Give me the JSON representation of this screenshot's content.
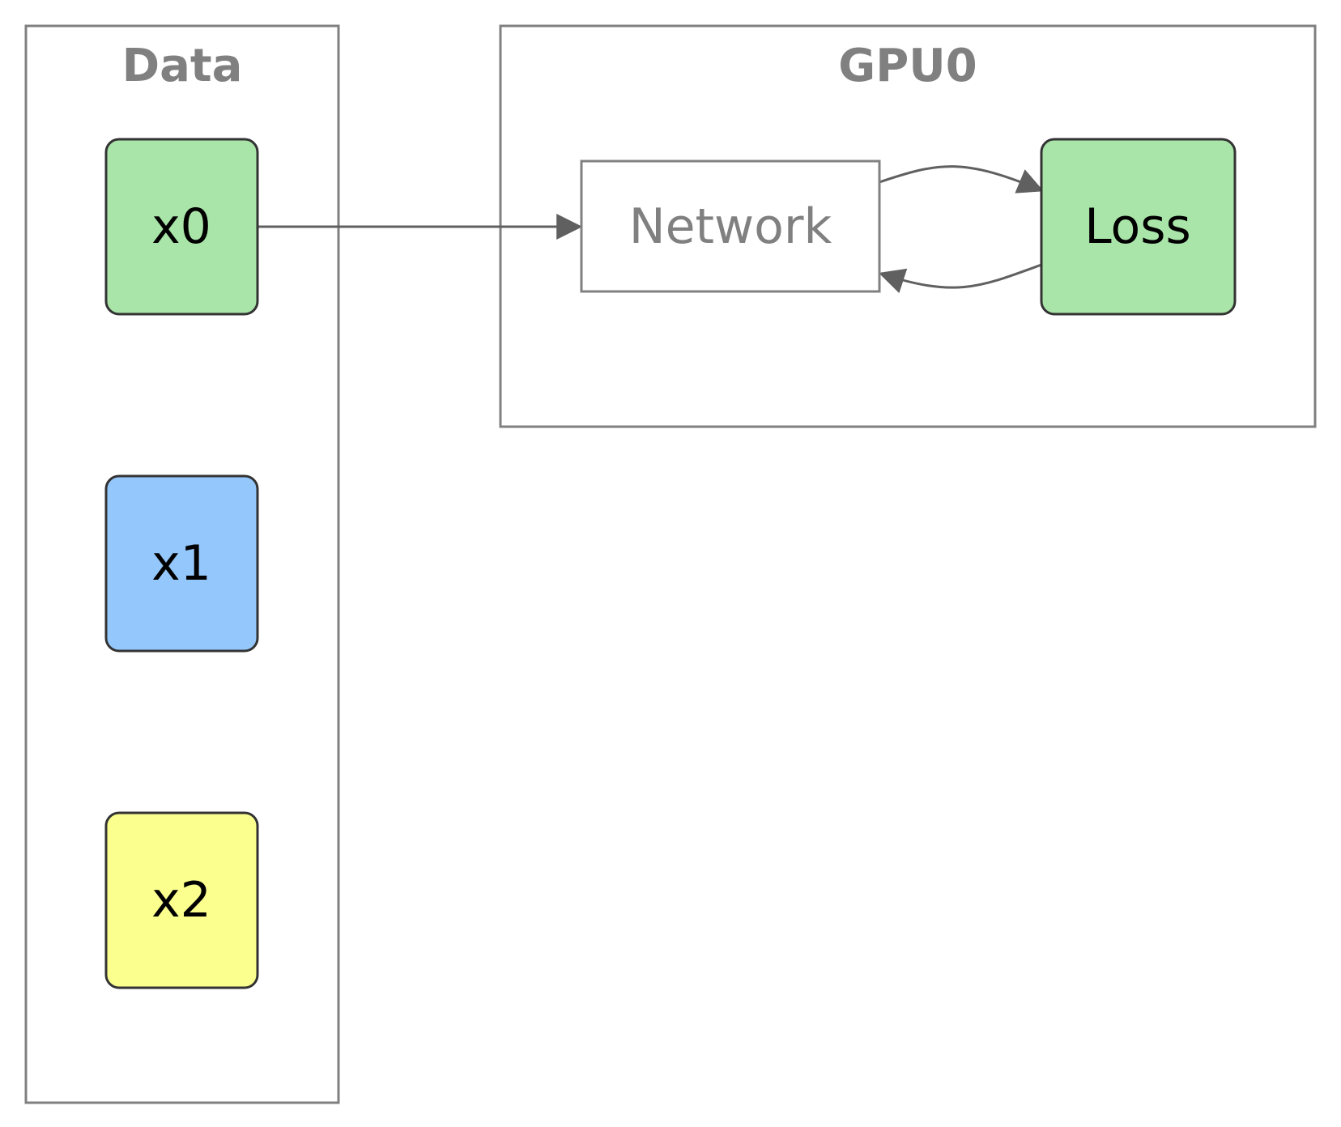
{
  "colors": {
    "green": "#a9e5a9",
    "blue": "#94c7fb",
    "yellow": "#fbff8e",
    "gray": "#808080",
    "edge": "#606060"
  },
  "clusters": {
    "data": {
      "title": "Data"
    },
    "gpu": {
      "title": "GPU0"
    }
  },
  "nodes": {
    "x0": {
      "label": "x0",
      "color": "#a9e5a9"
    },
    "x1": {
      "label": "x1",
      "color": "#94c7fb"
    },
    "x2": {
      "label": "x2",
      "color": "#fbff8e"
    },
    "network": {
      "label": "Network"
    },
    "loss": {
      "label": "Loss",
      "color": "#a9e5a9"
    }
  },
  "edges": [
    {
      "from": "x0",
      "to": "network"
    },
    {
      "from": "network",
      "to": "loss"
    },
    {
      "from": "loss",
      "to": "network"
    }
  ]
}
